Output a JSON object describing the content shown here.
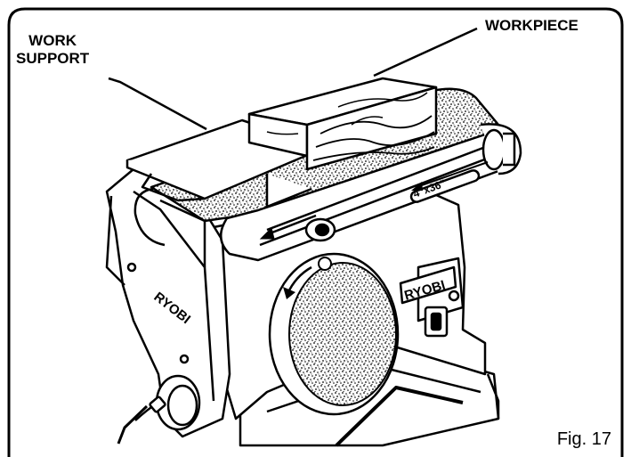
{
  "labels": {
    "work_support_line1": "WORK",
    "work_support_line2": "SUPPORT",
    "workpiece": "WORKPIECE",
    "belt_size": "4\"x36\"",
    "brand": "RYOBI",
    "figure": "Fig. 17"
  },
  "colors": {
    "line": "#000000",
    "paper": "#ffffff",
    "abrasive": "#7a7a7a"
  },
  "icons": [
    "belt-direction-arrow-icon",
    "disc-rotation-arrow-icon"
  ]
}
